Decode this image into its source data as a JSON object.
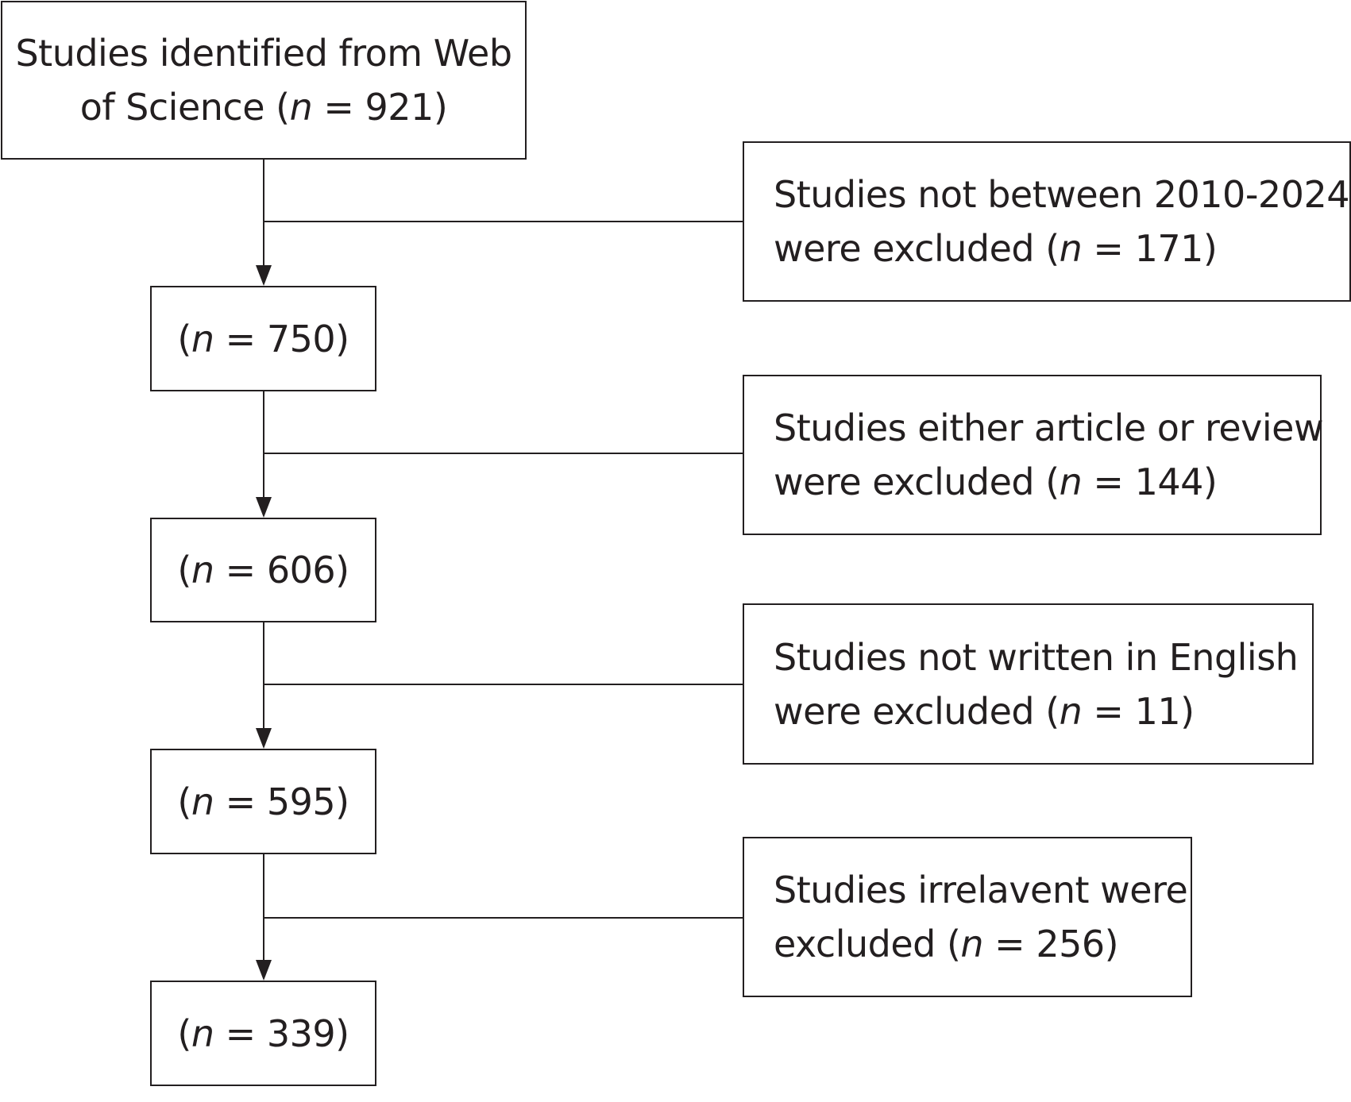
{
  "source": {
    "line1": "Studies identified from Web",
    "line2_pre": "of Science (",
    "n_var": "n",
    "line2_post": " = 921)"
  },
  "stages": [
    {
      "pre": "(",
      "n_var": "n",
      "post": " = 750)"
    },
    {
      "pre": "(",
      "n_var": "n",
      "post": " = 606)"
    },
    {
      "pre": "(",
      "n_var": "n",
      "post": " = 595)"
    },
    {
      "pre": "(",
      "n_var": "n",
      "post": " = 339)"
    }
  ],
  "exclusions": [
    {
      "line1": "Studies not between 2010-2024",
      "line2_pre": "were excluded (",
      "n_var": "n",
      "line2_post": " = 171)"
    },
    {
      "line1": "Studies either article or review",
      "line2_pre": "were excluded (",
      "n_var": "n",
      "line2_post": " = 144)"
    },
    {
      "line1": "Studies not written in English",
      "line2_pre": "were excluded (",
      "n_var": "n",
      "line2_post": " = 11)"
    },
    {
      "line1": "Studies irrelavent were",
      "line2_pre": "excluded (",
      "n_var": "n",
      "line2_post": " = 256)"
    }
  ],
  "colors": {
    "stroke": "#231f20",
    "background": "#ffffff"
  }
}
